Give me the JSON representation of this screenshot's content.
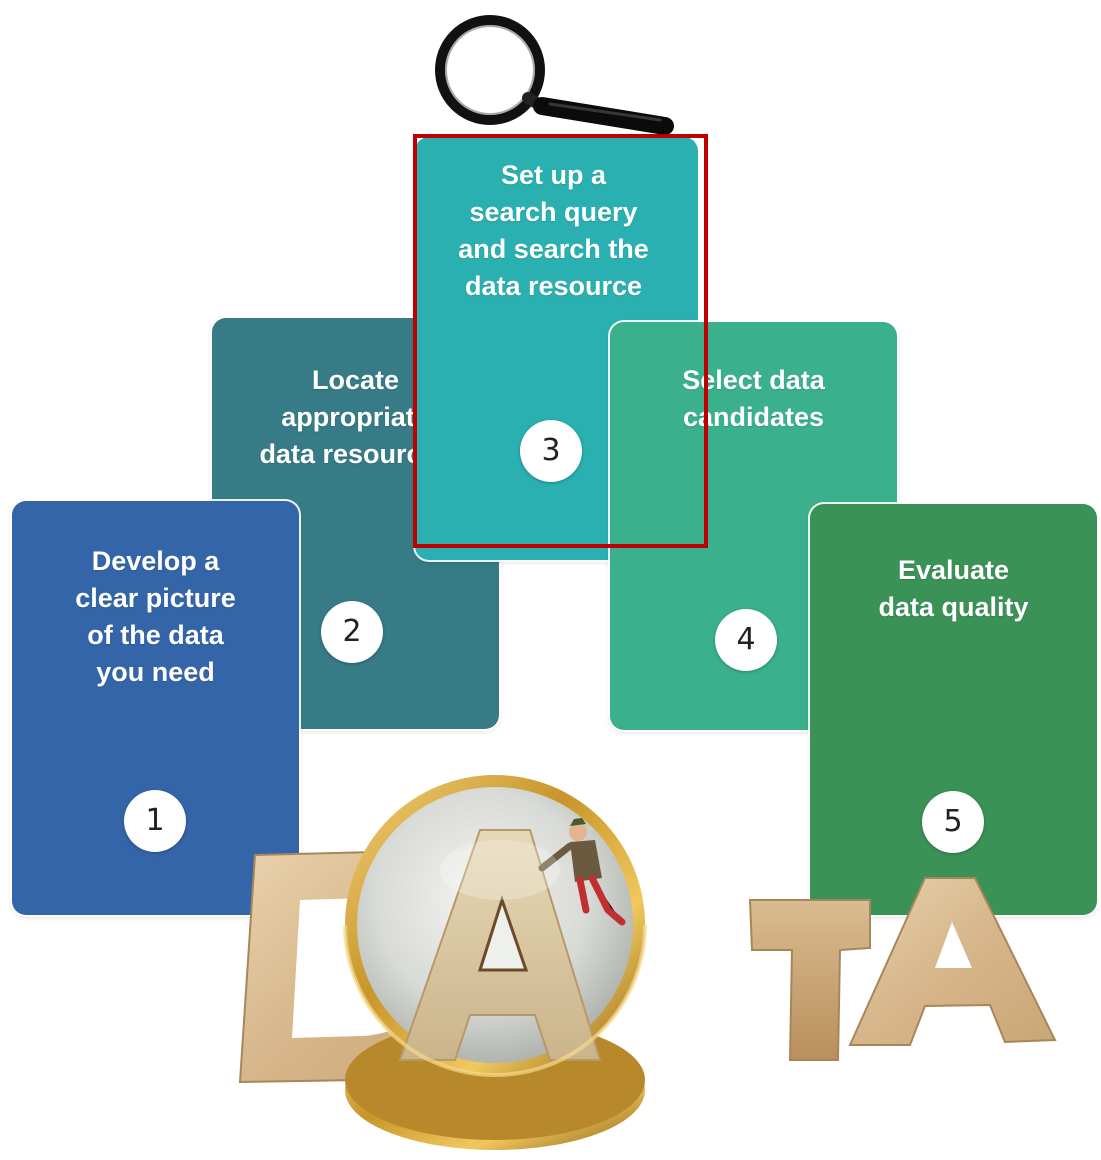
{
  "steps": [
    {
      "number": "1",
      "label": "Develop a\nclear picture\nof the data\nyou need"
    },
    {
      "number": "2",
      "label": "Locate\nappropriate\ndata resources"
    },
    {
      "number": "3",
      "label": "Set up a\nsearch query\nand search the\ndata resource"
    },
    {
      "number": "4",
      "label": "Select data\ncandidates"
    },
    {
      "number": "5",
      "label": "Evaluate\ndata quality"
    }
  ],
  "photo": {
    "letters": [
      "D",
      "A",
      "T",
      "A"
    ]
  },
  "colors": {
    "step1": "#3465a9",
    "step2": "#367b86",
    "step3": "#2ab0b0",
    "step4": "#3ab08d",
    "step5": "#3a9256",
    "highlight": "#c00000"
  },
  "icons": {
    "top": "magnifying-glass-icon",
    "photo": "data-letters-under-magnifier"
  }
}
